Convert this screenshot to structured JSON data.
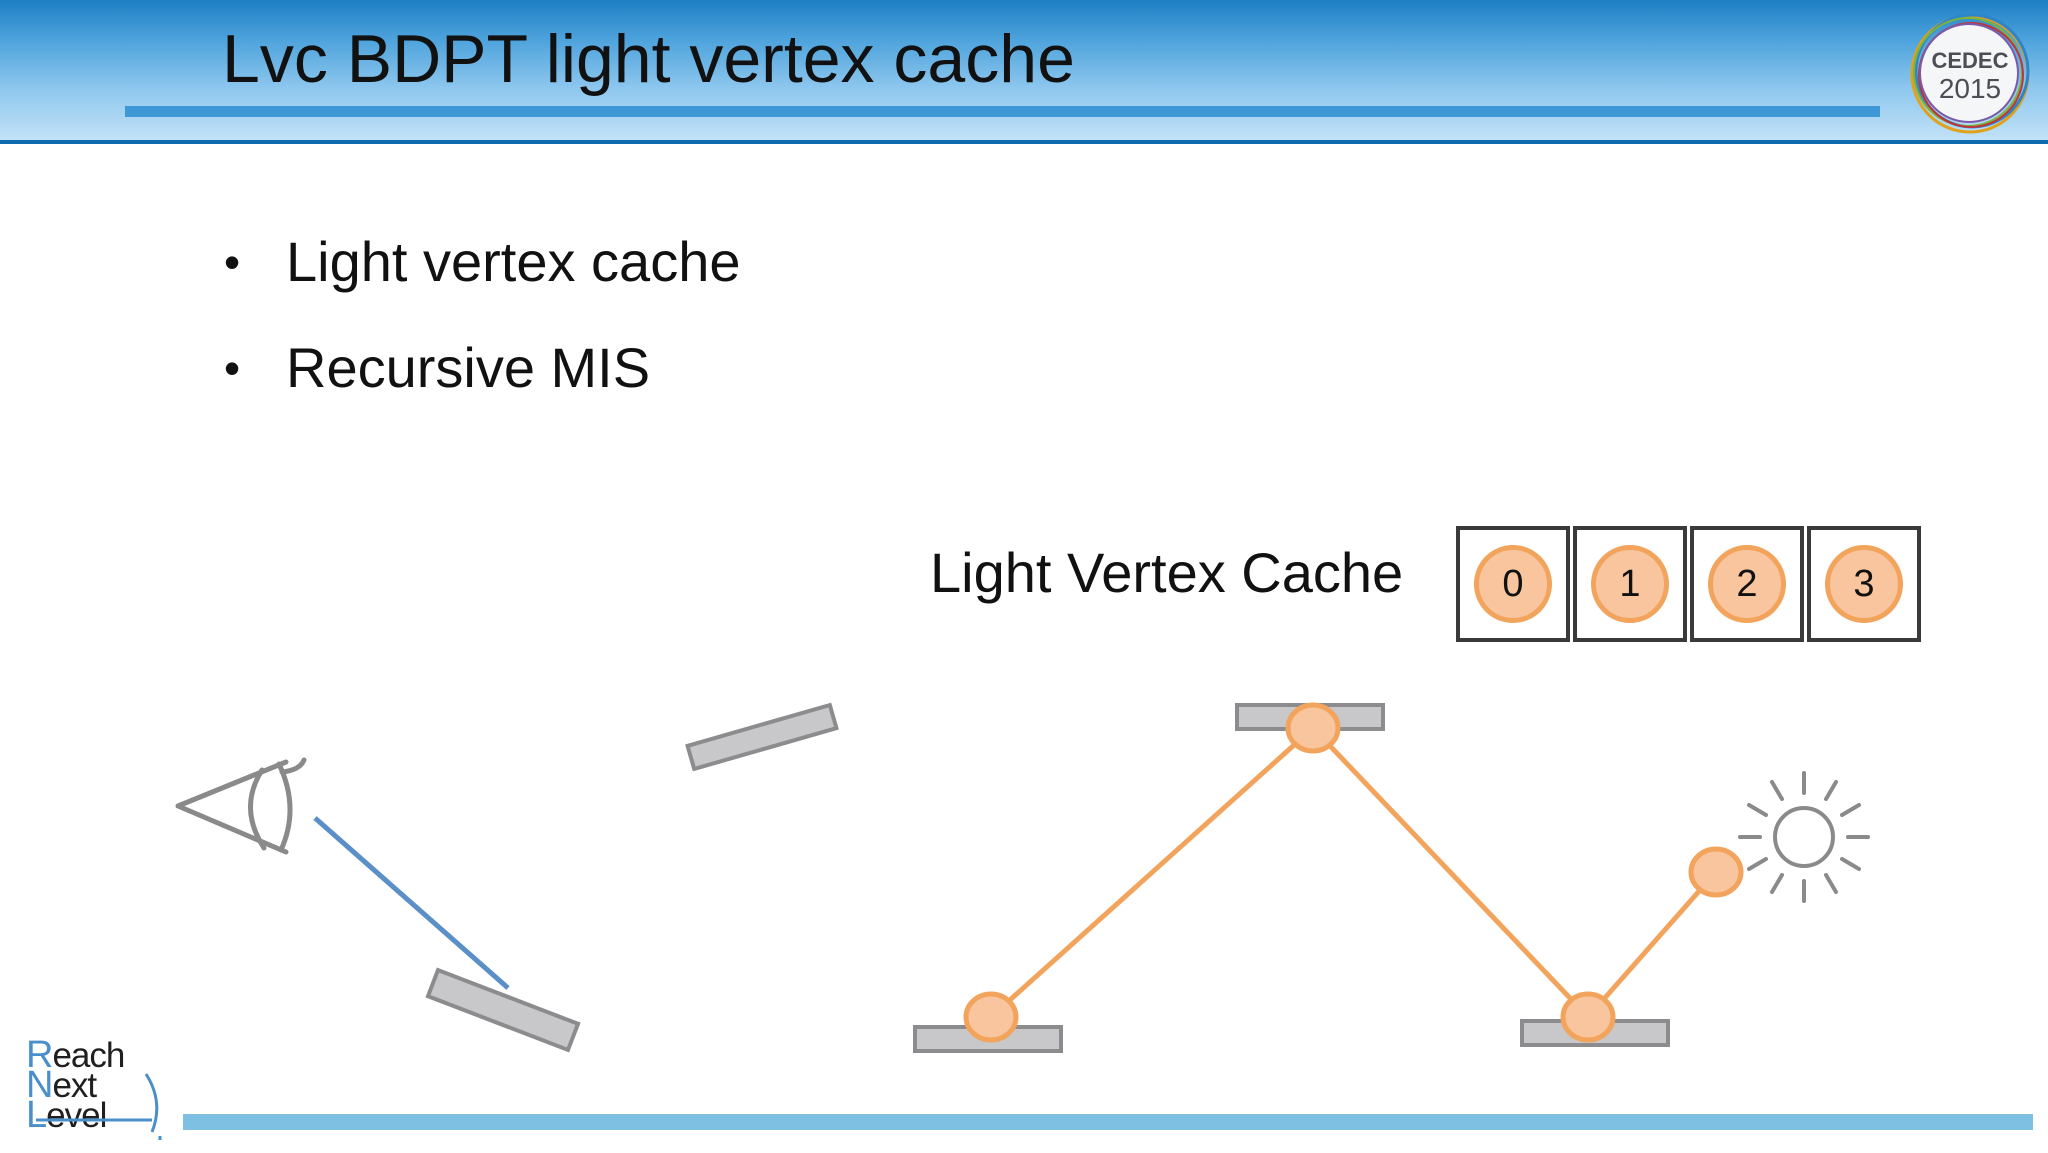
{
  "slide": {
    "title": "Lvc BDPT light vertex cache",
    "logo": {
      "top_text": "CEDEC",
      "year": "2015"
    }
  },
  "bullets": [
    "Light vertex cache",
    "Recursive MIS"
  ],
  "cache": {
    "label": "Light Vertex Cache",
    "slots": [
      "0",
      "1",
      "2",
      "3"
    ]
  },
  "footer": {
    "logo_lines": [
      {
        "cap": "R",
        "rest": "each"
      },
      {
        "cap": "N",
        "rest": "ext"
      },
      {
        "cap": "L",
        "rest": "evel"
      }
    ]
  },
  "colors": {
    "header_blue": "#1e7fc4",
    "camera_ray": "#5b8fc7",
    "light_path": "#f2a45c",
    "vertex_fill": "#f8c59e",
    "surface_gray": "#c8c8ca",
    "footer_bar": "#7ec0e2"
  },
  "icons": [
    "eye-icon",
    "sun-icon"
  ]
}
